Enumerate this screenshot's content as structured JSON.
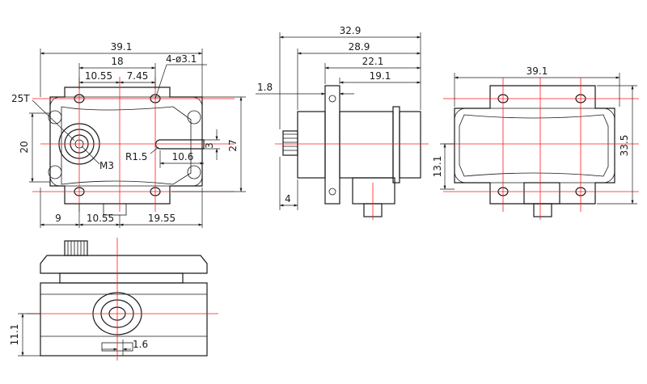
{
  "views": {
    "top": {
      "overall_width": "39.1",
      "hole_span": "18",
      "left_offset": "10.55",
      "right_offset": "7.45",
      "holes": "4-ø3.1",
      "spline": "25T",
      "height_left": "20",
      "height_right": "27",
      "slot_width": "3",
      "radius": "R1.5",
      "slot_length": "10.6",
      "screw": "M3",
      "bottom_left": "9",
      "bottom_mid": "10.55",
      "bottom_right": "19.55"
    },
    "side": {
      "length_total": "32.9",
      "length_2": "28.9",
      "length_3": "22.1",
      "length_4": "19.1",
      "flange_offset": "1.8",
      "spline_depth": "4"
    },
    "bottom": {
      "width": "39.1",
      "height": "33.5",
      "inner_height": "13.1"
    },
    "front": {
      "height": "11.1",
      "offset": "1.6"
    }
  }
}
